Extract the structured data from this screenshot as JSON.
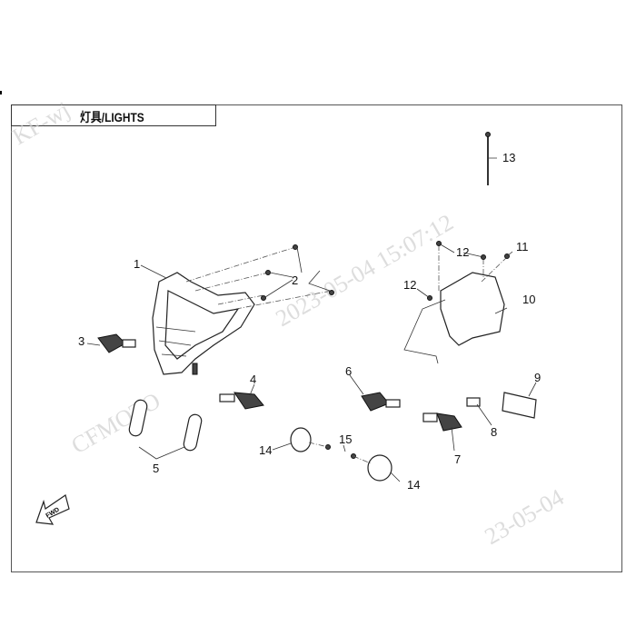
{
  "title": "灯具/LIGHTS",
  "callouts": [
    "1",
    "2",
    "3",
    "4",
    "5",
    "6",
    "7",
    "8",
    "9",
    "10",
    "11",
    "12",
    "12",
    "13",
    "14",
    "14",
    "15"
  ],
  "fwd_label": "FWD",
  "watermarks": {
    "user": "KF-wj",
    "datetime": "2023-05-04 15:07:12",
    "brand": "CFMOTO",
    "date_partial": "23-05-04"
  }
}
